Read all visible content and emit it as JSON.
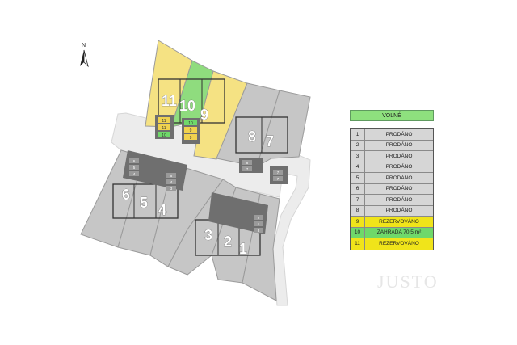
{
  "map": {
    "north_label": "N",
    "watermark": "JUSTO",
    "plots": [
      {
        "number": "11",
        "status": "reserved"
      },
      {
        "number": "10",
        "status": "free"
      },
      {
        "number": "9",
        "status": "reserved"
      },
      {
        "number": "8",
        "status": "sold"
      },
      {
        "number": "7",
        "status": "sold"
      },
      {
        "number": "6",
        "status": "sold"
      },
      {
        "number": "5",
        "status": "sold"
      },
      {
        "number": "4",
        "status": "sold"
      },
      {
        "number": "3",
        "status": "sold"
      },
      {
        "number": "2",
        "status": "sold"
      },
      {
        "number": "1",
        "status": "sold"
      }
    ],
    "parking_labels": {
      "row_a": [
        "11",
        "11"
      ],
      "row_b": [
        "10",
        "10"
      ],
      "row_c": [
        "10",
        "11"
      ],
      "row_d": [
        "9",
        "9"
      ],
      "row_e": [
        "7",
        "7"
      ],
      "west_spaces": [
        "6",
        "5",
        "4"
      ],
      "east_spaces": [
        "5",
        "4",
        "3"
      ],
      "mid_spaces": [
        "8",
        "7"
      ],
      "south_spaces": [
        "2",
        "1",
        "3"
      ]
    }
  },
  "colors": {
    "sold": "#c6c6c6",
    "reserved": "#f5e283",
    "free": "#8fdc7e",
    "road": "#ececec",
    "building": "#6f6f6f",
    "legend_sold": "#d6d6d6",
    "legend_reserved": "#f0e41a",
    "legend_free": "#6fd86a",
    "legend_header": "#8ee07e"
  },
  "legend": {
    "header": "VOLNÉ",
    "rows": [
      {
        "num": "1",
        "status": "PRODÁNO",
        "kind": "sold"
      },
      {
        "num": "2",
        "status": "PRODÁNO",
        "kind": "sold"
      },
      {
        "num": "3",
        "status": "PRODÁNO",
        "kind": "sold"
      },
      {
        "num": "4",
        "status": "PRODÁNO",
        "kind": "sold"
      },
      {
        "num": "5",
        "status": "PRODÁNO",
        "kind": "sold"
      },
      {
        "num": "6",
        "status": "PRODÁNO",
        "kind": "sold"
      },
      {
        "num": "7",
        "status": "PRODÁNO",
        "kind": "sold"
      },
      {
        "num": "8",
        "status": "PRODÁNO",
        "kind": "sold"
      },
      {
        "num": "9",
        "status": "REZERVOVÁNO",
        "kind": "reserved"
      },
      {
        "num": "10",
        "status": "ZAHRADA 70,5 m²",
        "kind": "free"
      },
      {
        "num": "11",
        "status": "REZERVOVÁNO",
        "kind": "reserved"
      }
    ]
  }
}
